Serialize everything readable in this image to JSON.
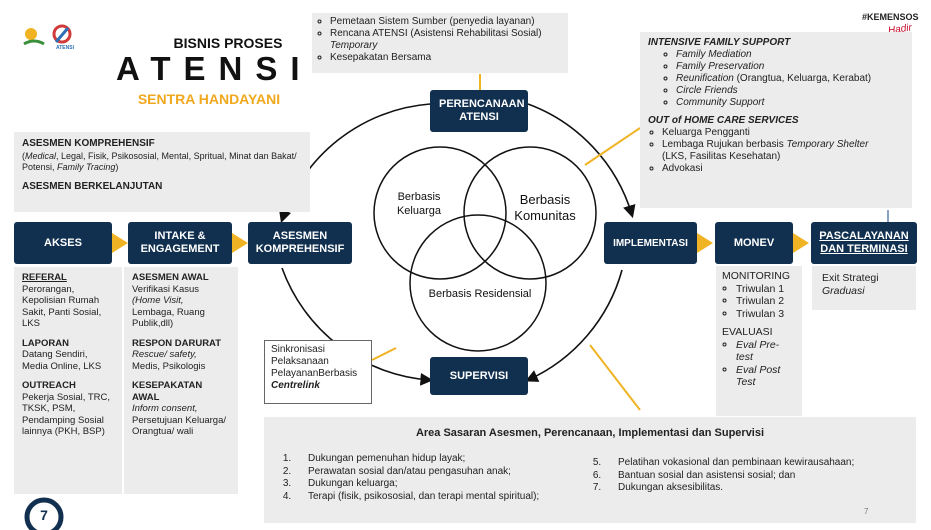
{
  "brand": {
    "logo_text": "ATENSI",
    "hashtag": "#KEMENSOS",
    "hashtag_script": "Hadir"
  },
  "title": {
    "line1": "BISNIS PROSES",
    "line2": "ATENSI",
    "line3": "SENTRA HANDAYANI"
  },
  "top_center": {
    "items": [
      "Pemetaan Sistem Sumber (penyedia layanan)",
      "Rencana ATENSI (Asistensi Rehabilitasi Sosial)",
      "Kesepakatan Bersama"
    ],
    "temporary": "Temporary"
  },
  "asesmen_box": {
    "heading": "ASESMEN KOMPREHENSIF",
    "open_paren": "(",
    "medical": "Medical",
    "detail": ", Legal, Fisik, Psikososial, Mental, Spritual, Minat dan Bakat/ Potensi, ",
    "family_tracing": "Family Tracing",
    "close_paren": ")",
    "heading2": "ASESMEN BERKELANJUTAN"
  },
  "flow": {
    "akses": "AKSES",
    "intake": "INTAKE & ENGAGEMENT",
    "asesmen": "ASESMEN KOMPREHENSIF",
    "perencanaan": "PERENCANAAN ATENSI",
    "implementasi": "IMPLEMENTASI",
    "monev": "MONEV",
    "pasca": "PASCALAYANAN DAN TERMINASI",
    "supervisi": "SUPERVISI"
  },
  "venn": {
    "keluarga": "Berbasis Keluarga",
    "komunitas": "Berbasis Komunitas",
    "residensial": "Berbasis Residensial"
  },
  "intensive": {
    "heading": "INTENSIVE FAMILY SUPPORT",
    "items": [
      "Family Mediation",
      "Family Preservation"
    ],
    "reunification": "Reunification",
    "reunification_rest": " (Orangtua, Keluarga, Kerabat)",
    "items2": [
      "Circle Friends",
      "Community Support"
    ],
    "heading2": "OUT of HOME CARE SERVICES",
    "item_keluarga": "Keluarga Pengganti",
    "item_lembaga": "Lembaga Rujukan berbasis ",
    "temporary_shelter": "Temporary Shelter",
    "lembaga_rest": "(LKS, Fasilitas Kesehatan)",
    "item_advokasi": "Advokasi"
  },
  "akses_col": {
    "referal_h": "REFERAL",
    "referal": "Perorangan, Kepolisian Rumah Sakit, Panti Sosial, LKS",
    "laporan_h": "LAPORAN",
    "laporan": "Datang Sendiri, Media Online, LKS",
    "outreach_h": "OUTREACH",
    "outreach": "Pekerja Sosial, TRC, TKSK, PSM, Pendamping Sosial lainnya (PKH, BSP)"
  },
  "intake_col": {
    "awal_h": "ASESMEN AWAL",
    "awal1": "Verifikasi Kasus",
    "home_visit": "(Home Visit,",
    "awal2": "Lembaga, Ruang Publik,dll)",
    "darurat_h": "RESPON DARURAT",
    "rescue": "Rescue/ safety,",
    "darurat2": "Medis, Psikologis",
    "sepakat_h": "KESEPAKATAN AWAL",
    "inform": "Inform consent,",
    "sepakat2": "Persetujuan Keluarga/ Orangtua/ wali"
  },
  "sinkron": {
    "lines": [
      "Sinkronisasi",
      "Pelaksanaan",
      "PelayananBerbasis"
    ],
    "centrelink": "Centrelink"
  },
  "monev_col": {
    "monitoring": "MONITORING",
    "triwulan": [
      "Triwulan 1",
      "Triwulan 2",
      "Triwulan 3"
    ],
    "evaluasi": "EVALUASI",
    "eval1": "Eval Pre-test",
    "eval2": "Eval Post Test"
  },
  "pasca_col": {
    "exit": "Exit Strategi",
    "graduasi": "Graduasi"
  },
  "area": {
    "title": "Area Sasaran Asesmen, Perencanaan, Implementasi dan Supervisi",
    "left": [
      "Dukungan pemenuhan hidup layak;",
      "Perawatan sosial dan/atau pengasuhan anak;",
      "Dukungan keluarga;",
      "Terapi (fisik, psikososial, dan terapi mental spiritual);"
    ],
    "right": [
      "Pelatihan vokasional dan pembinaan kewirausahaan;",
      "Bantuan sosial dan asistensi sosial; dan",
      "Dukungan aksesibilitas."
    ],
    "page_small": "7"
  },
  "page_number": "7",
  "colors": {
    "navy": "#11304f",
    "accent": "#f0b323",
    "grey": "#ececec",
    "title_orange": "#f0a81e"
  }
}
